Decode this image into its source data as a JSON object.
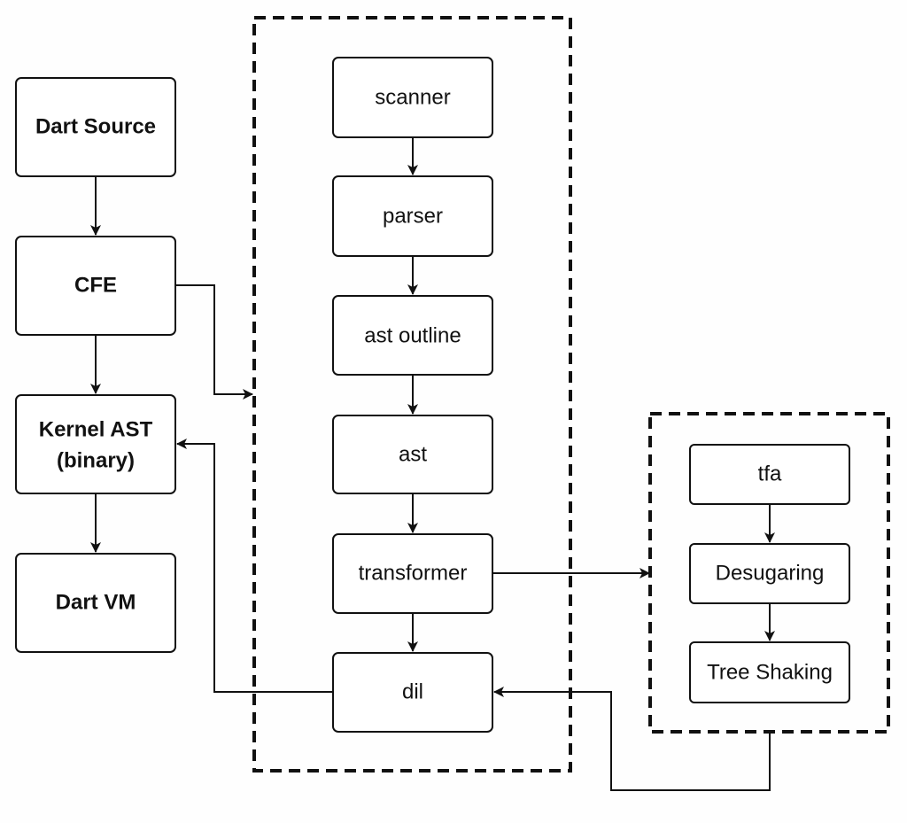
{
  "colors": {
    "stroke": "#111111",
    "box_fill": "#ffffff",
    "background": "#fefefe"
  },
  "pipeline": {
    "dart_source": "Dart Source",
    "cfe": "CFE",
    "kernel_ast_line1": "Kernel AST",
    "kernel_ast_line2": "(binary)",
    "dart_vm": "Dart VM"
  },
  "cfe_stages": {
    "scanner": "scanner",
    "parser": "parser",
    "ast_outline": "ast outline",
    "ast": "ast",
    "transformer": "transformer",
    "dil": "dil"
  },
  "transform_stages": {
    "tfa": "tfa",
    "desugaring": "Desugaring",
    "tree_shaking": "Tree Shaking"
  }
}
